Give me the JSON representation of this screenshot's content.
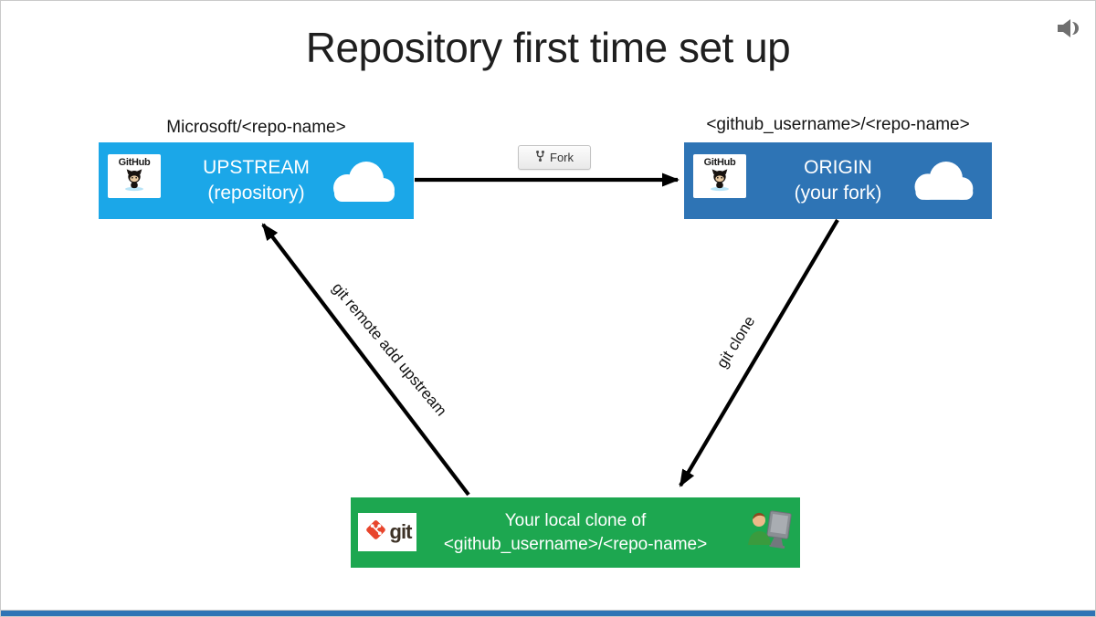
{
  "slide": {
    "title": "Repository first time set up"
  },
  "colors": {
    "upstream_box": "#1BA7E8",
    "origin_box": "#2E74B5",
    "local_box": "#1DA750",
    "arrow": "#000000",
    "fork_button_bg": "#f5f5f5",
    "bottom_bar": "#2E74B5",
    "slide_border": "#c9c9c9"
  },
  "icons": {
    "speaker": "speaker-icon",
    "octocat": "octocat-icon",
    "cloud": "cloud-icon",
    "fork": "fork-icon",
    "git_diamond": "git-diamond-icon",
    "person": "person-at-computer-icon"
  },
  "nodes": {
    "upstream": {
      "label_above": "Microsoft/<repo-name>",
      "title": "UPSTREAM",
      "subtitle": "(repository)",
      "logo_text": "GitHub"
    },
    "origin": {
      "label_above": "<github_username>/<repo-name>",
      "title": "ORIGIN",
      "subtitle": "(your fork)",
      "logo_text": "GitHub"
    },
    "local": {
      "line1": "Your local clone of",
      "line2": "<github_username>/<repo-name>",
      "logo_text": "git"
    }
  },
  "edges": {
    "fork_button": "Fork",
    "clone_label": "git clone",
    "remote_label": "git remote add upstream"
  }
}
